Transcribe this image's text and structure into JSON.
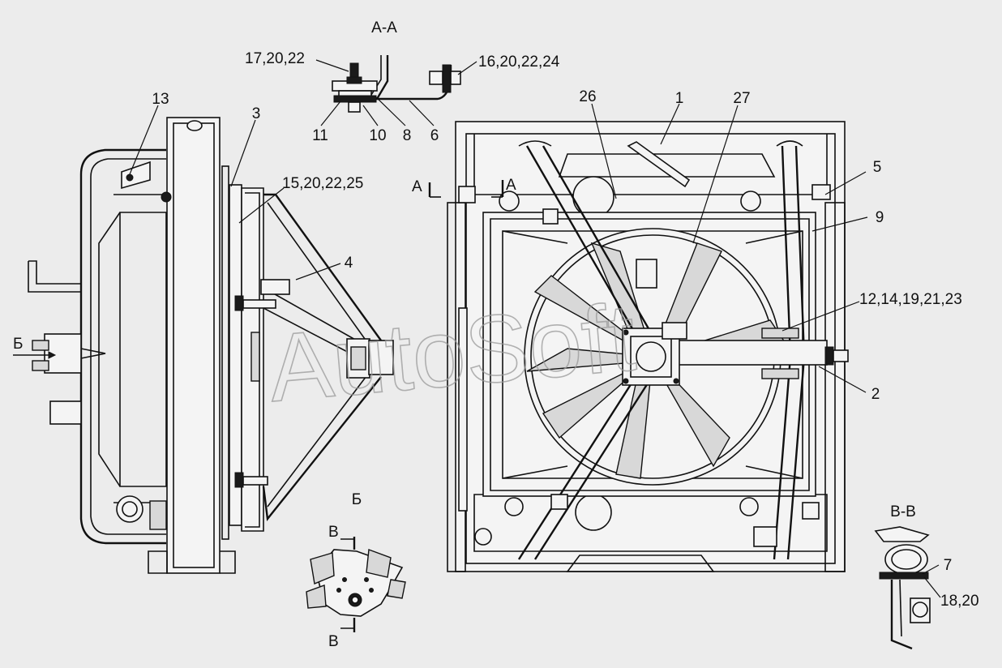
{
  "sections": {
    "aa": "A-A",
    "b": "Б",
    "vv": "В-В",
    "arrow_a_left": "A",
    "arrow_a_right": "A",
    "arrow_b": "Б",
    "arrow_v_top": "В",
    "arrow_v_bottom": "В"
  },
  "callouts": {
    "c1": "1",
    "c2": "2",
    "c3": "3",
    "c4": "4",
    "c5": "5",
    "c6": "6",
    "c7": "7",
    "c8": "8",
    "c9": "9",
    "c10": "10",
    "c11": "11",
    "c13": "13",
    "c26": "26",
    "c27": "27",
    "c12_14": "12,14,19,21,23",
    "c15": "15,20,22,25",
    "c16": "16,20,22,24",
    "c17": "17,20,22",
    "c18": "18,20"
  },
  "watermark": "AutoSoft"
}
